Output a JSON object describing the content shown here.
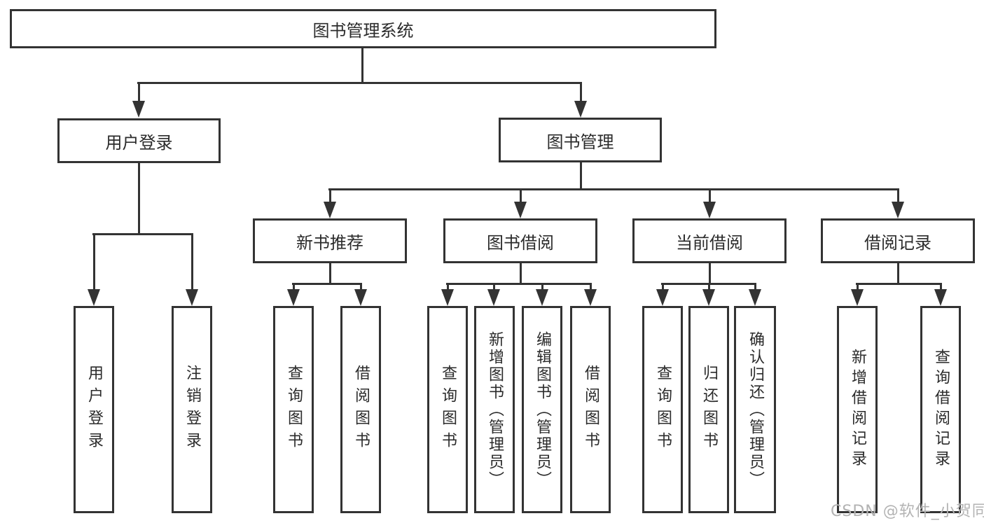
{
  "diagram": {
    "root": {
      "label": "图书管理系统"
    },
    "user_login": {
      "label": "用户登录",
      "children": {
        "login": {
          "label": "用户登录"
        },
        "logout": {
          "label": "注销登录"
        }
      }
    },
    "book_mgmt": {
      "label": "图书管理",
      "children": {
        "new_book_rec": {
          "label": "新书推荐",
          "children": {
            "query_books": {
              "label": "查询图书"
            },
            "borrow_books": {
              "label": "借阅图书"
            }
          }
        },
        "book_borrow": {
          "label": "图书借阅",
          "children": {
            "query_books": {
              "label": "查询图书"
            },
            "add_books": {
              "label": "新增图书（管理员）"
            },
            "edit_books": {
              "label": "编辑图书（管理员）"
            },
            "borrow_books": {
              "label": "借阅图书"
            }
          }
        },
        "current_borrow": {
          "label": "当前借阅",
          "children": {
            "query_books": {
              "label": "查询图书"
            },
            "return_books": {
              "label": "归还图书"
            },
            "confirm_return": {
              "label": "确认归还（管理员）"
            }
          }
        },
        "borrow_record": {
          "label": "借阅记录",
          "children": {
            "add_record": {
              "label": "新增借阅记录"
            },
            "query_record": {
              "label": "查询借阅记录"
            }
          }
        }
      }
    }
  },
  "watermark": {
    "text": "CSDN @软件_小贺同学"
  },
  "colors": {
    "line": "#333333",
    "text": "#2b2b2b",
    "background": "#ffffff",
    "watermark": "#b3b3b3"
  }
}
